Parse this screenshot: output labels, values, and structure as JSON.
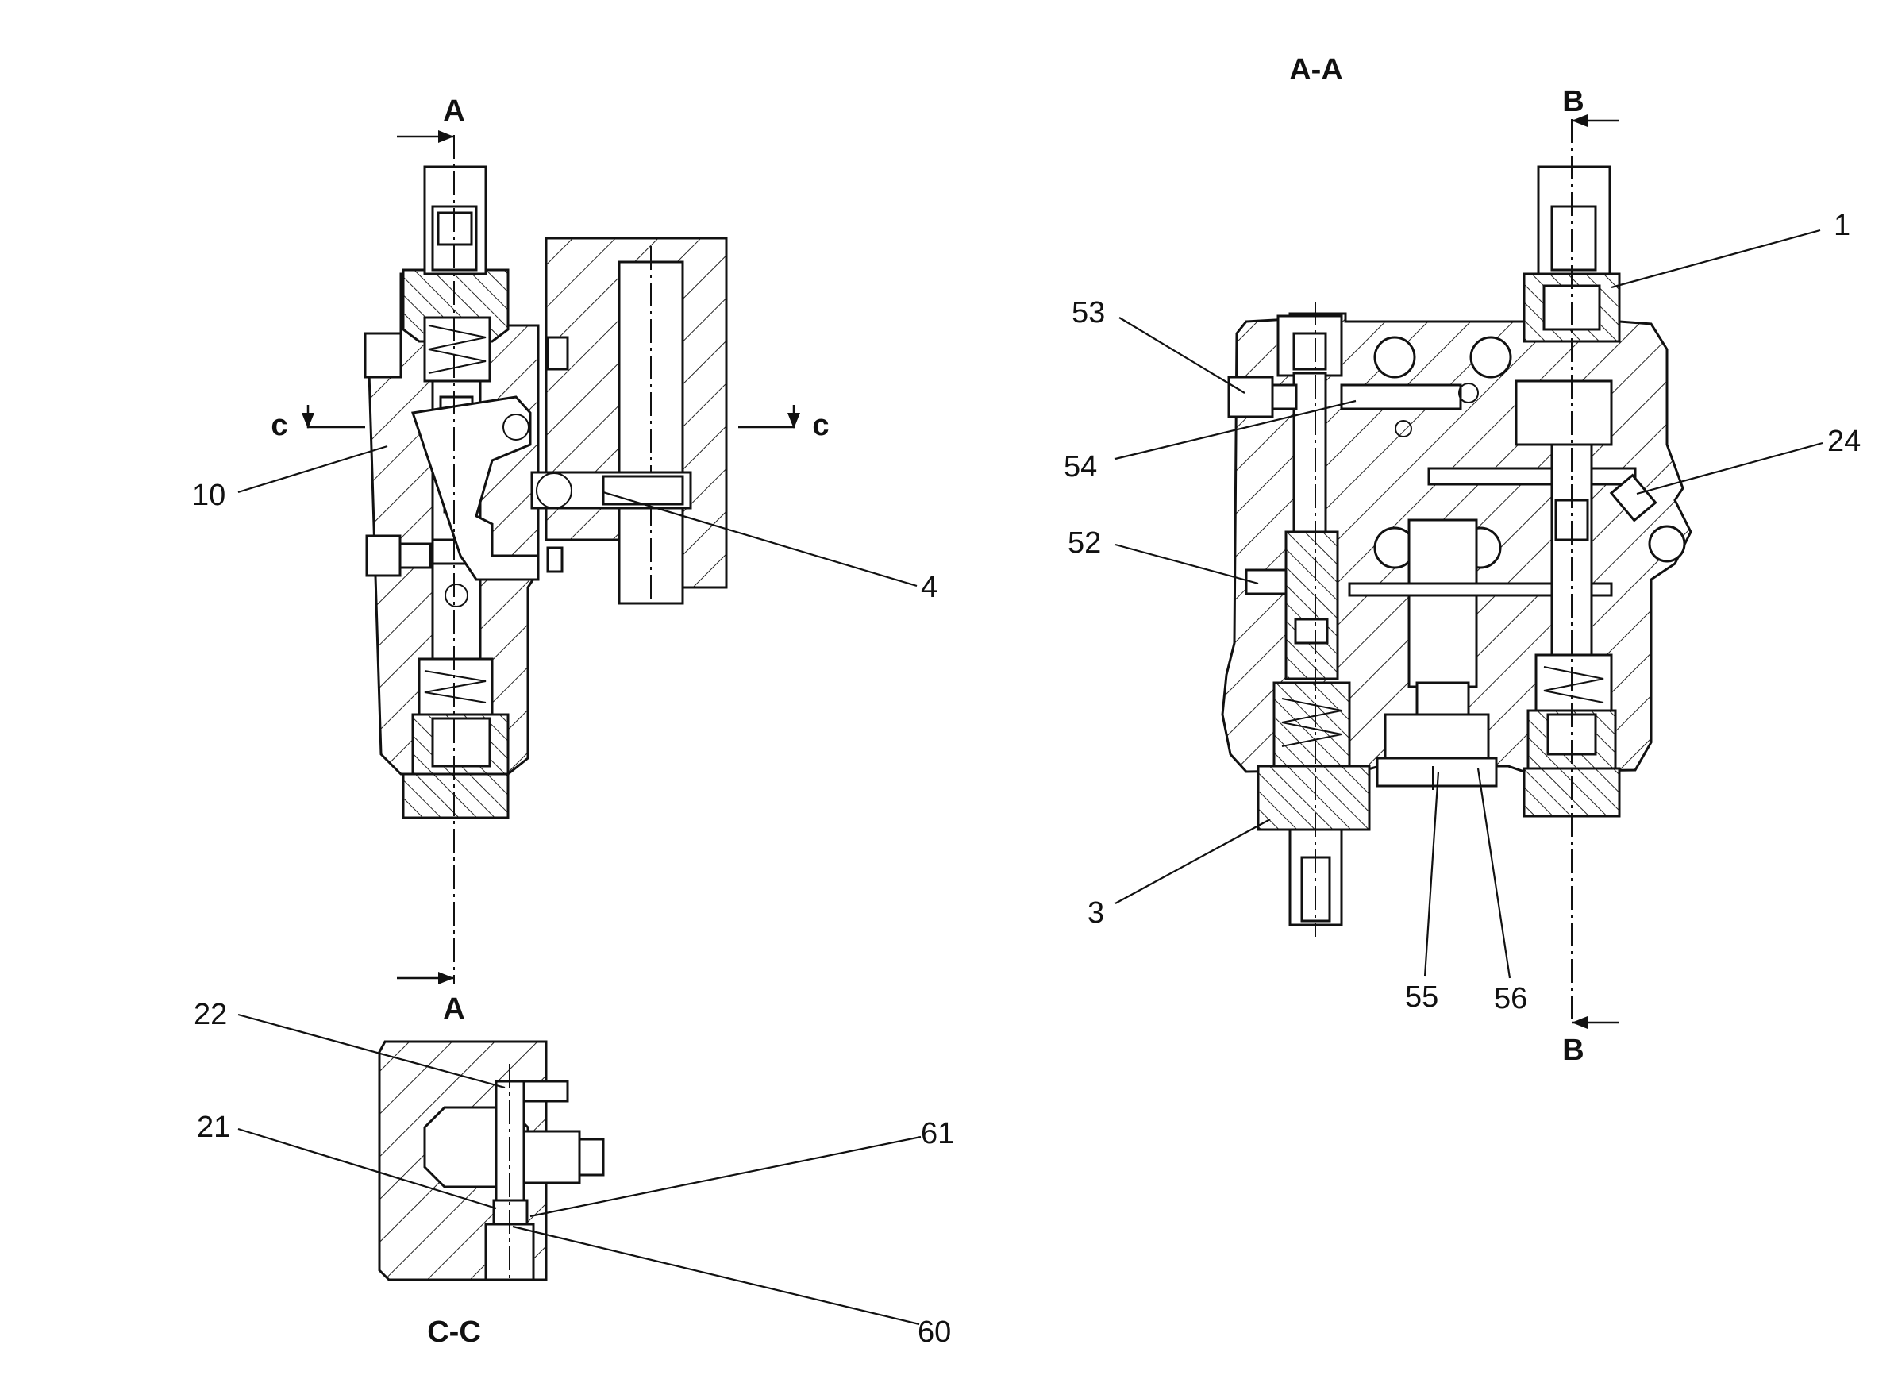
{
  "section_titles": {
    "aa": "A-A",
    "cc": "C-C"
  },
  "cut_markers": {
    "a_top": "A",
    "a_bottom": "A",
    "b_top": "B",
    "b_bottom": "B",
    "c_left": "c",
    "c_right": "c"
  },
  "part_numbers": {
    "p1": "1",
    "p3": "3",
    "p4": "4",
    "p10": "10",
    "p21": "21",
    "p22": "22",
    "p24": "24",
    "p52": "52",
    "p53": "53",
    "p54": "54",
    "p55": "55",
    "p56": "56",
    "p60": "60",
    "p61": "61"
  }
}
